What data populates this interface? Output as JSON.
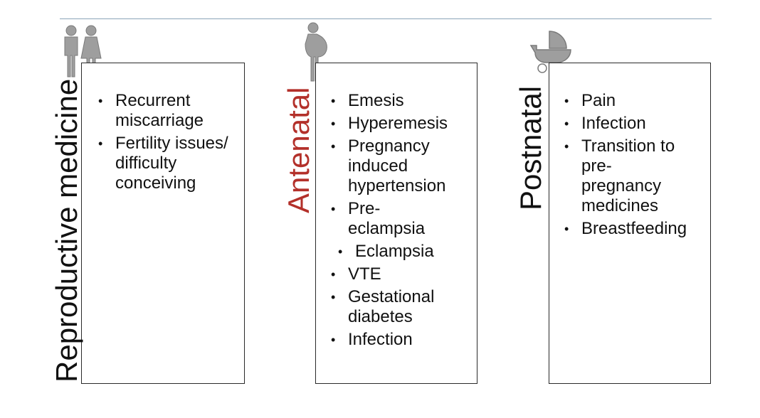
{
  "columns": [
    {
      "heading": "Reproductive medicine",
      "heading_color": "#111111",
      "icon": "couple-icon",
      "items": [
        "Recurrent miscarriage",
        "Fertility issues/ difficulty conceiving"
      ]
    },
    {
      "heading": "Antenatal",
      "heading_color": "#b3302a",
      "icon": "pregnant-woman-icon",
      "items": [
        "Emesis",
        "Hyperemesis",
        "Pregnancy induced hypertension",
        "Pre-eclampsia",
        "Eclampsia",
        "VTE",
        "Gestational diabetes",
        "Infection"
      ]
    },
    {
      "heading": "Postnatal",
      "heading_color": "#111111",
      "icon": "baby-pram-icon",
      "items": [
        "Pain",
        "Infection",
        "Transition to pre-pregnancy medicines",
        "Breastfeeding"
      ]
    }
  ]
}
